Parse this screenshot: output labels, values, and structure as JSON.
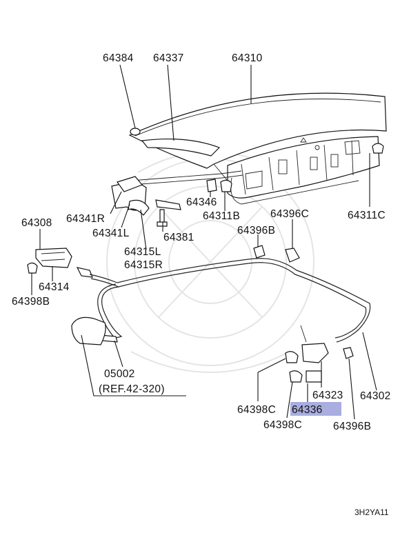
{
  "labels": {
    "p64384": "64384",
    "p64337": "64337",
    "p64310": "64310",
    "p64308": "64308",
    "p64341R": "64341R",
    "p64341L": "64341L",
    "p64346": "64346",
    "p64311B": "64311B",
    "p64396C_top": "64396C",
    "p64311C": "64311C",
    "p64381": "64381",
    "p64396B_top": "64396B",
    "p64315L": "64315L",
    "p64315R": "64315R",
    "p64314": "64314",
    "p64398B": "64398B",
    "p05002": "05002",
    "ref": "(REF.42-320)",
    "p64323": "64323",
    "p64302": "64302",
    "p64398C_left": "64398C",
    "p64336": "64336",
    "p64398C_bottom": "64398C",
    "p64396B_bottom": "64396B",
    "diagram_code": "3H2YA11"
  },
  "highlight": {
    "part": "64336",
    "color": "#a9addf"
  }
}
